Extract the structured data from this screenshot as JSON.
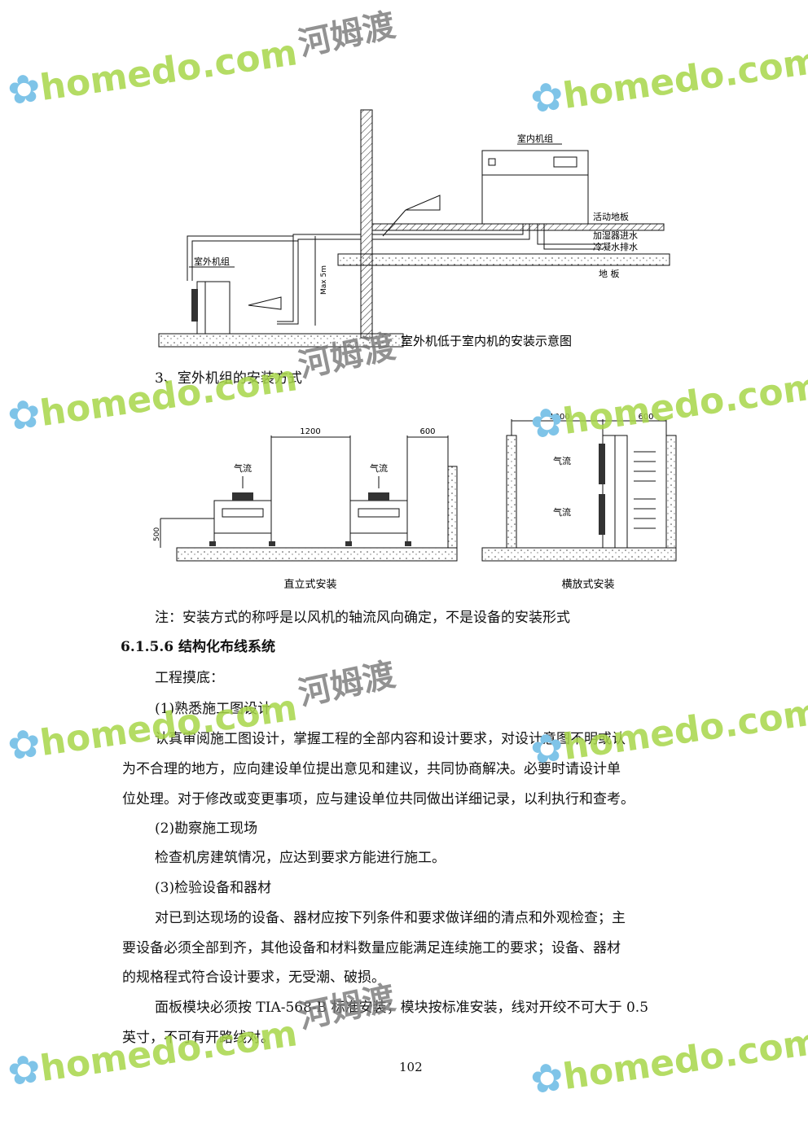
{
  "diagram1": {
    "indoor_unit": "室内机组",
    "raised_floor": "活动地板",
    "humidifier_water": "加湿器进水",
    "condensate": "冷凝水排水",
    "floor": "地  板",
    "outdoor_unit": "室外机组",
    "max_label": "Max 5m",
    "caption": "室外机低于室内机的安装示意图"
  },
  "section3_title": "3、室外机组的安装方式",
  "diagram2": {
    "dim_1200": "1200",
    "dim_600a": "600",
    "dim_500": "500",
    "airflow1": "气流",
    "airflow2": "气流",
    "caption": "直立式安装"
  },
  "diagram3": {
    "dim_1000": "1000",
    "dim_600b": "600",
    "airflow3": "气流",
    "airflow4": "气流",
    "caption": "横放式安装"
  },
  "note": "注：安装方式的称呼是以风机的轴流风向确定，不是设备的安装形式",
  "section_heading": "6.1.5.6 结构化布线系统",
  "p_survey": "工程摸底：",
  "h1": "(1)熟悉施工图设计",
  "p1_l1": "认真审阅施工图设计，掌握工程的全部内容和设计要求，对设计意图不明或认",
  "p1_l2": "为不合理的地方，应向建设单位提出意见和建议，共同协商解决。必要时请设计单",
  "p1_l3": "位处理。对于修改或变更事项，应与建设单位共同做出详细记录，以利执行和查考。",
  "h2": "(2)勘察施工现场",
  "p2": "检查机房建筑情况，应达到要求方能进行施工。",
  "h3": "(3)检验设备和器材",
  "p3_l1": "对已到达现场的设备、器材应按下列条件和要求做详细的清点和外观检查；主",
  "p3_l2": "要设备必须全部到齐，其他设备和材料数量应能满足连续施工的要求；设备、器材",
  "p3_l3": "的规格程式符合设计要求，无受潮、破损。",
  "p4_l1": "面板模块必须按 TIA-568-B 标准安装；模块按标准安装，线对开绞不可大于 0.5",
  "p4_l2": "英寸，不可有开路线对。",
  "page_number": "102",
  "watermark": {
    "brand": "homedo.com",
    "cn": "河姆渡",
    "color": "#a8d64a"
  }
}
